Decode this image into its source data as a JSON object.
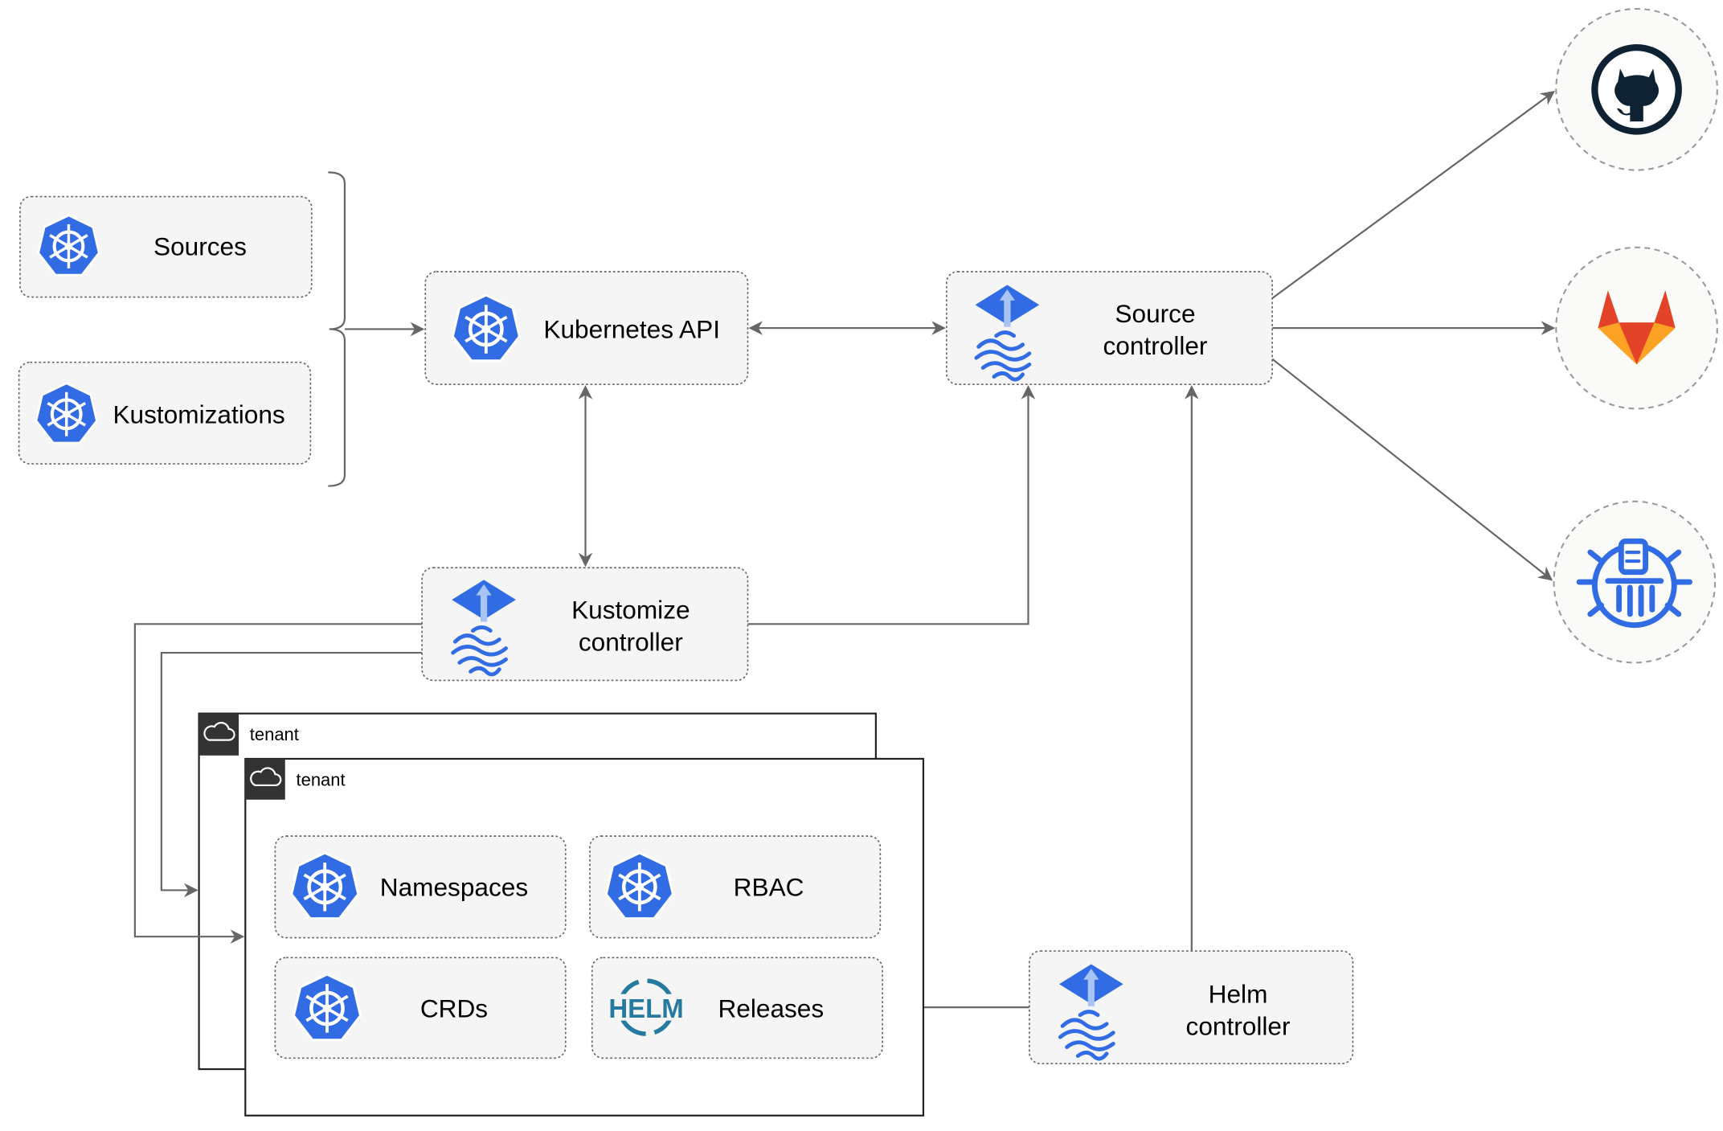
{
  "nodes": {
    "sources": "Sources",
    "kustomizations": "Kustomizations",
    "kubernetes_api": "Kubernetes API",
    "source_controller": [
      "Source",
      "controller"
    ],
    "kustomize_controller": [
      "Kustomize",
      "controller"
    ],
    "helm_controller": [
      "Helm",
      "controller"
    ],
    "namespaces": "Namespaces",
    "rbac": "RBAC",
    "crds": "CRDs",
    "releases": "Releases"
  },
  "tenants": [
    "tenant",
    "tenant"
  ],
  "external_sources": [
    "github-icon",
    "gitlab-icon",
    "bucket-icon"
  ],
  "icons": {
    "kubernetes": "kubernetes-icon",
    "flux": "flux-icon",
    "helm": "helm-icon",
    "cloud": "cloud-icon"
  },
  "colors": {
    "kubernetes_blue": "#326ce5",
    "edge": "#666666",
    "github": "#0f2233",
    "gitlab_orange": "#e24329",
    "helm": "#277a9f"
  }
}
